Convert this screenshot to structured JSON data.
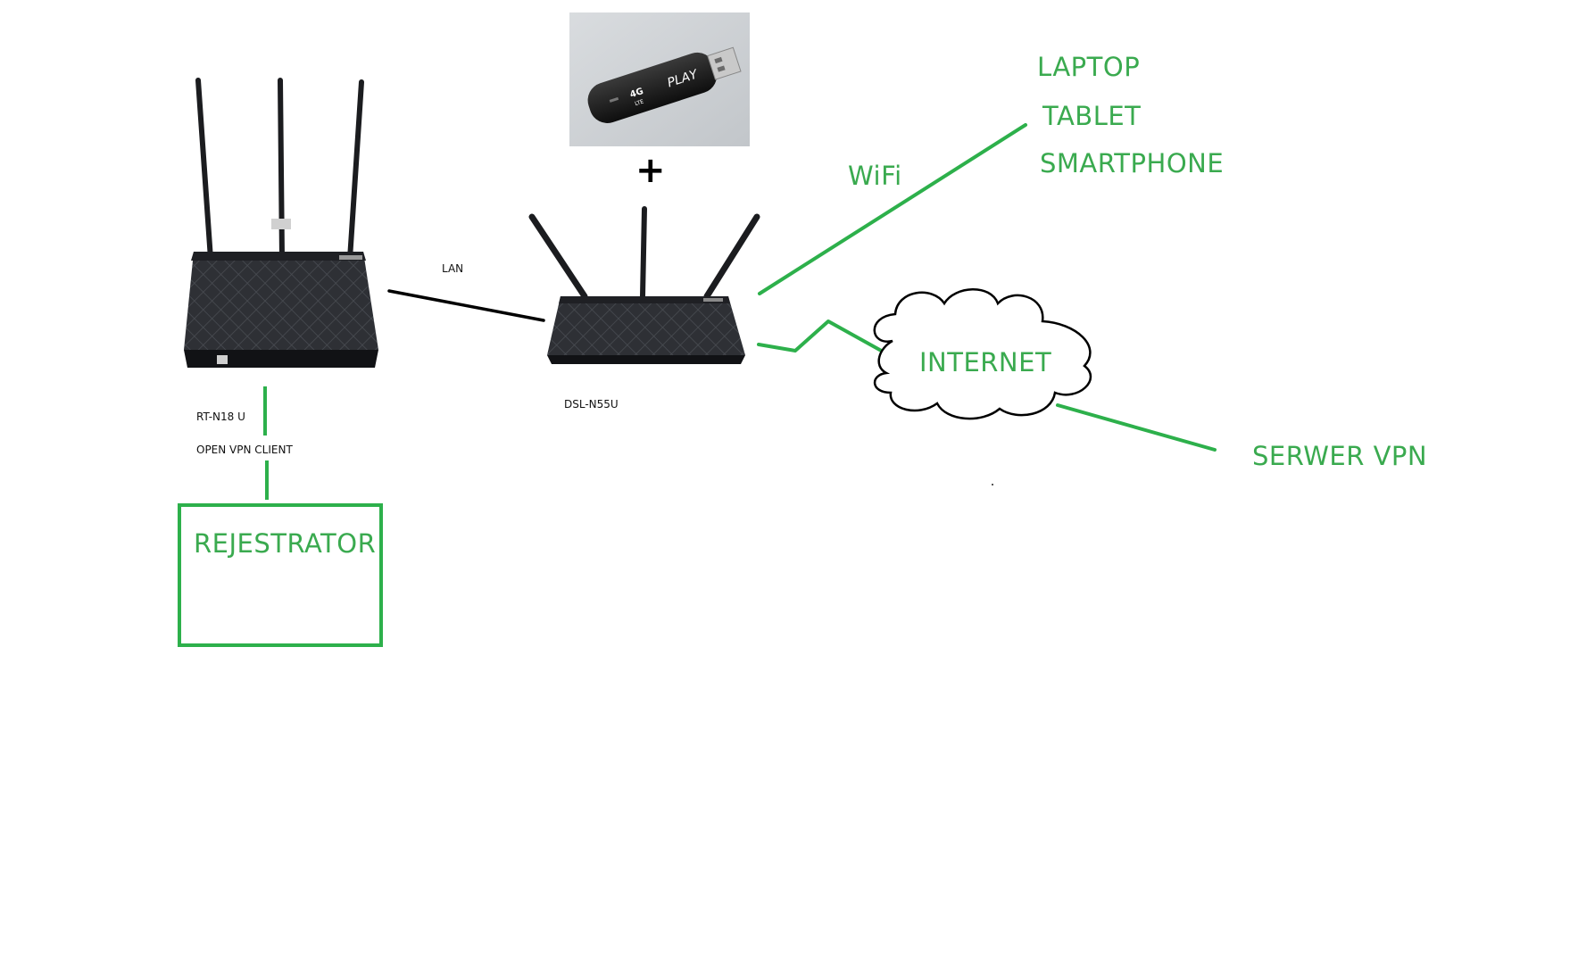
{
  "colors": {
    "accent_green": "#2db04b",
    "label_green": "#3aaa4f",
    "router_dark": "#2a2c30",
    "line_black": "#000000"
  },
  "labels": {
    "laptop": "LAPTOP",
    "tablet": "TABLET",
    "smartphone": "SMARTPHONE",
    "wifi": "WiFi",
    "internet": "INTERNET",
    "serwer_vpn": "SERWER VPN",
    "rejestrator": "REJESTRATOR",
    "lan": "LAN",
    "rt_n18u": "RT-N18 U",
    "open_vpn_client": "OPEN VPN CLIENT",
    "dsl_n55u": "DSL-N55U",
    "plus": "+"
  },
  "modem": {
    "brand_text": "PLAY",
    "badge_text": "4G",
    "badge_sub": "LTE"
  },
  "icons": [
    "router-rt-n18u-image",
    "router-dsl-n55u-image",
    "usb-modem-image",
    "internet-cloud-icon"
  ]
}
